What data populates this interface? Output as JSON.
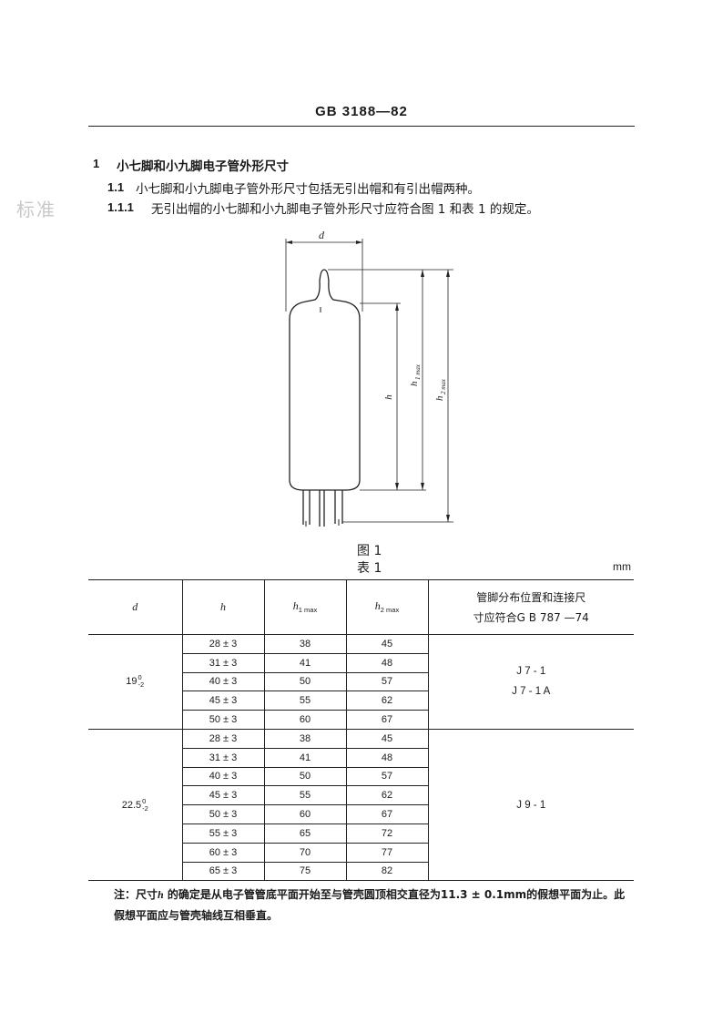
{
  "header": {
    "standard_code": "GB 3188—82"
  },
  "watermark": "标准",
  "section": {
    "number": "1",
    "title": "小七脚和小九脚电子管外形尺寸"
  },
  "paragraphs": [
    {
      "number": "1.1",
      "text": "小七脚和小九脚电子管外形尺寸包括无引出帽和有引出帽两种。"
    },
    {
      "number": "1.1.1",
      "text": "无引出帽的小七脚和小九脚电子管外形尺寸应符合图 1 和表 1 的规定。"
    }
  ],
  "figure": {
    "caption": "图 1",
    "labels": {
      "d": "d",
      "h": "h",
      "h1": "h",
      "h1_sub": "1 max",
      "h2": "h",
      "h2_sub": "2 max"
    }
  },
  "table": {
    "caption": "表 1",
    "unit": "mm",
    "headers": {
      "d": "d",
      "h": "h",
      "h1": "h",
      "h1_sub": "1 max",
      "h2": "h",
      "h2_sub": "2 max",
      "pins_line1": "管脚分布位置和连接尺",
      "pins_line2": "寸应符合G B  787 —74"
    },
    "groups": [
      {
        "d_value": "19",
        "d_tol_upper": "0",
        "d_tol_lower": "-2",
        "pins": [
          "J 7 - 1",
          "J 7 - 1 A"
        ],
        "rows": [
          {
            "h": "28 ± 3",
            "h1": "38",
            "h2": "45"
          },
          {
            "h": "31 ± 3",
            "h1": "41",
            "h2": "48"
          },
          {
            "h": "40 ± 3",
            "h1": "50",
            "h2": "57"
          },
          {
            "h": "45 ± 3",
            "h1": "55",
            "h2": "62"
          },
          {
            "h": "50 ± 3",
            "h1": "60",
            "h2": "67"
          }
        ]
      },
      {
        "d_value": "22.5",
        "d_tol_upper": "0",
        "d_tol_lower": "-2",
        "pins": [
          "J 9 - 1"
        ],
        "rows": [
          {
            "h": "28 ± 3",
            "h1": "38",
            "h2": "45"
          },
          {
            "h": "31 ± 3",
            "h1": "41",
            "h2": "48"
          },
          {
            "h": "40 ± 3",
            "h1": "50",
            "h2": "57"
          },
          {
            "h": "45 ± 3",
            "h1": "55",
            "h2": "62"
          },
          {
            "h": "50 ± 3",
            "h1": "60",
            "h2": "67"
          },
          {
            "h": "55 ± 3",
            "h1": "65",
            "h2": "72"
          },
          {
            "h": "60 ± 3",
            "h1": "70",
            "h2": "77"
          },
          {
            "h": "65 ± 3",
            "h1": "75",
            "h2": "82"
          }
        ]
      }
    ]
  },
  "note": {
    "prefix": "注：尺寸",
    "symbol": "h",
    "text": " 的确定是从电子管管底平面开始至与管壳圆顶相交直径为11.3 ± 0.1mm的假想平面为止。此假想平面应与管壳轴线互相垂直。"
  }
}
